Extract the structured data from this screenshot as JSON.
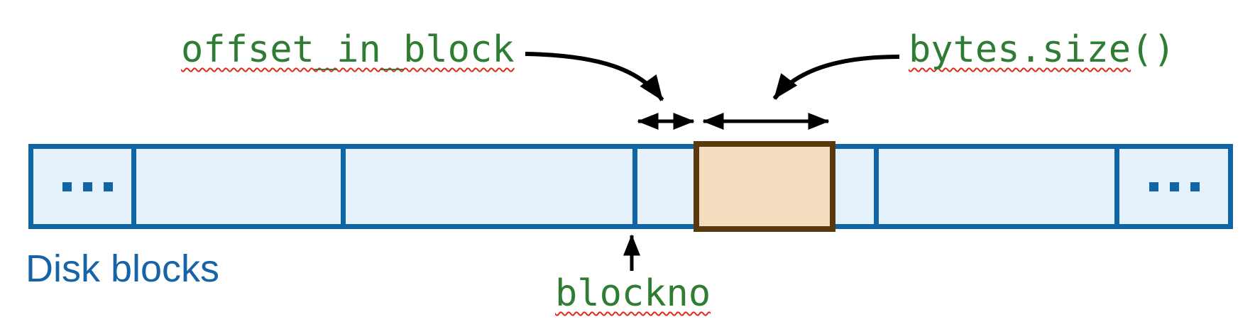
{
  "labels": {
    "offset_in_block": "offset_in_block",
    "bytes_size": "bytes.size",
    "bytes_size_suffix": "()",
    "blockno": "blockno",
    "disk_blocks": "Disk blocks",
    "ellipsis": "..."
  },
  "structure": {
    "block_count": 6,
    "first_block_content": "...",
    "last_block_content": "...",
    "highlighted_block_index": 4,
    "annotations": [
      "offset_in_block spans from the block boundary to the start of the highlighted byte range",
      "bytes.size() spans the width of the highlighted byte range",
      "blockno points at the left boundary of the block containing the highlighted byte range"
    ]
  },
  "colors": {
    "band_border_blue": "#1065a5",
    "band_fill_blue": "#e4f1fb",
    "highlight_fill_tan": "#f3ddbe",
    "highlight_border_brown": "#5a380e",
    "annotation_green": "#2e7d32",
    "squiggle_red": "#e02b20",
    "caption_blue": "#1663a8",
    "arrow_black": "#000000"
  }
}
